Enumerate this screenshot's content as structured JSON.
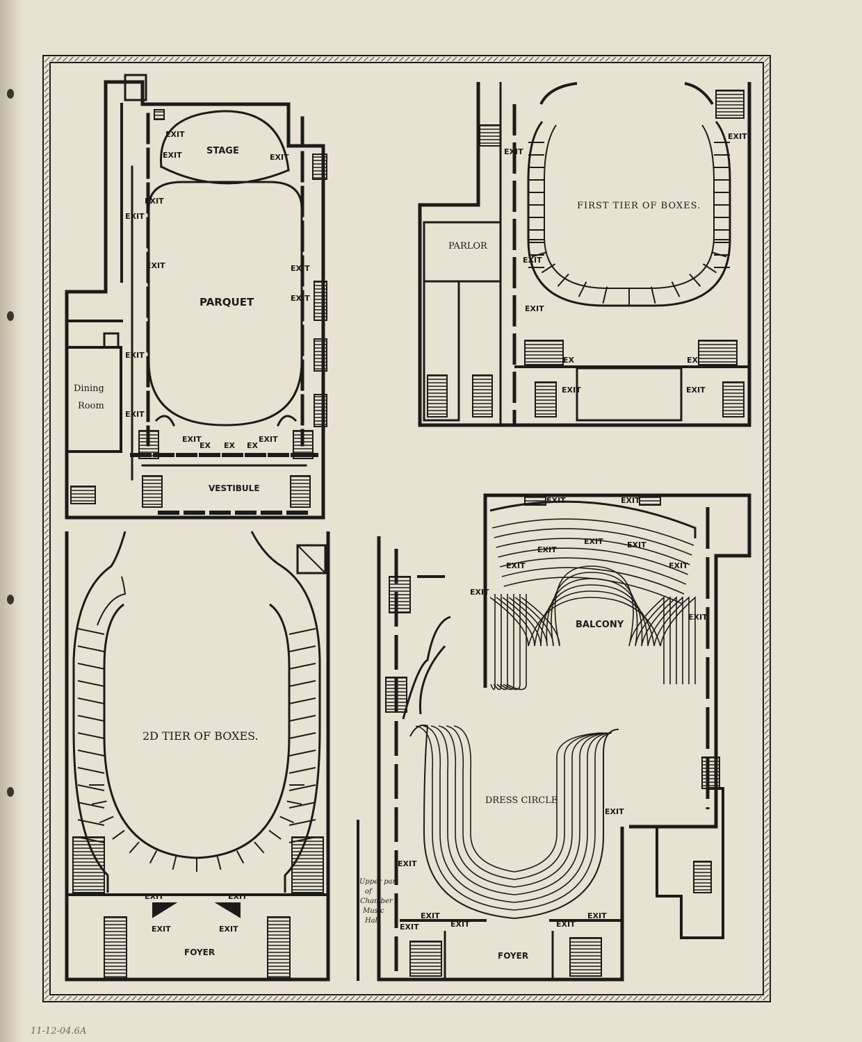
{
  "plans": {
    "parquet": {
      "stage": "STAGE",
      "title": "PARQUET",
      "vestibule": "VESTIBULE",
      "dining": [
        "Dining",
        "Room"
      ],
      "exit": "EXIT",
      "ex": "EX"
    },
    "first_tier": {
      "title": "FIRST TIER OF BOXES.",
      "parlor": "PARLOR",
      "exit": "EXIT",
      "ex": "EX"
    },
    "second_tier": {
      "title": "2D TIER OF BOXES.",
      "foyer": "FOYER",
      "exit": "EXIT"
    },
    "balcony": {
      "title": "BALCONY",
      "dress_circle": "DRESS CIRCLE",
      "foyer": "FOYER",
      "chamber": [
        "Upper part",
        "of",
        "Chamber",
        "Music",
        "Hall"
      ],
      "exit": "EXIT"
    }
  },
  "handwritten_note": "11-12-04.6A",
  "colors": {
    "paper": "#e7e2d2",
    "ink": "#1d1b18"
  }
}
